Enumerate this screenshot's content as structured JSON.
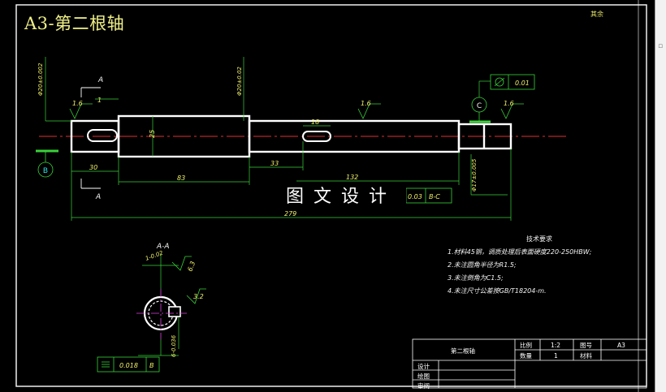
{
  "sheet_title": "A3-第二根轴",
  "corner_mark": "其余 ",
  "watermark": "图文设计",
  "datum_labels": {
    "b": "B",
    "c": "C"
  },
  "section_marks": {
    "top": "A",
    "bottom": "A"
  },
  "dimensions": {
    "d30": "30",
    "d83": "83",
    "d33": "33",
    "d132": "132",
    "d279": "279",
    "d25": "25",
    "d18": "18",
    "d1": "1"
  },
  "diameters": {
    "left": "Φ20±0.002",
    "middle": "Φ20±0.02",
    "right": "Φ17±0.005"
  },
  "roughness": {
    "left": "1.6",
    "center": "1.6",
    "right": "1.6",
    "section_left": "6.3",
    "section_right": "3.2"
  },
  "tolerance_frames": {
    "top": {
      "symbol": "circularity",
      "value": "0.01"
    },
    "runout": {
      "value": "0.03",
      "datum": "B-C"
    },
    "symmetry": {
      "symbol": "≡",
      "value": "0.018",
      "datum": "B"
    }
  },
  "section": {
    "title": "A-A",
    "dim_top": "1-0.02",
    "dim_side": "6-0.036"
  },
  "tech_requirements": {
    "title": "技术要求",
    "items": [
      "1.材料45钢，调质处理后表面硬度220-250HBW;",
      "2.未注圆角半径为R1.5;",
      "3.未注倒角为C1.5;",
      "4.未注尺寸公差按GB/T18204-m."
    ]
  },
  "title_block": {
    "part_name": "第二根轴",
    "scale_label": "比例",
    "scale_value": "1:2",
    "drawing_no_label": "图号",
    "drawing_no_value": "A3",
    "quantity_label": "数量",
    "quantity_value": "1",
    "material_label": "材料",
    "designed_label": "设计",
    "drawn_label": "绘图",
    "reviewed_label": "审阅"
  },
  "colors": {
    "background": "#000000",
    "outline": "#ffffff",
    "dimension": "#39d239",
    "centerline": "#e23030",
    "text": "#f0f06a",
    "accent_cyan": "#2fe0e0",
    "accent_magenta": "#e040e0"
  }
}
